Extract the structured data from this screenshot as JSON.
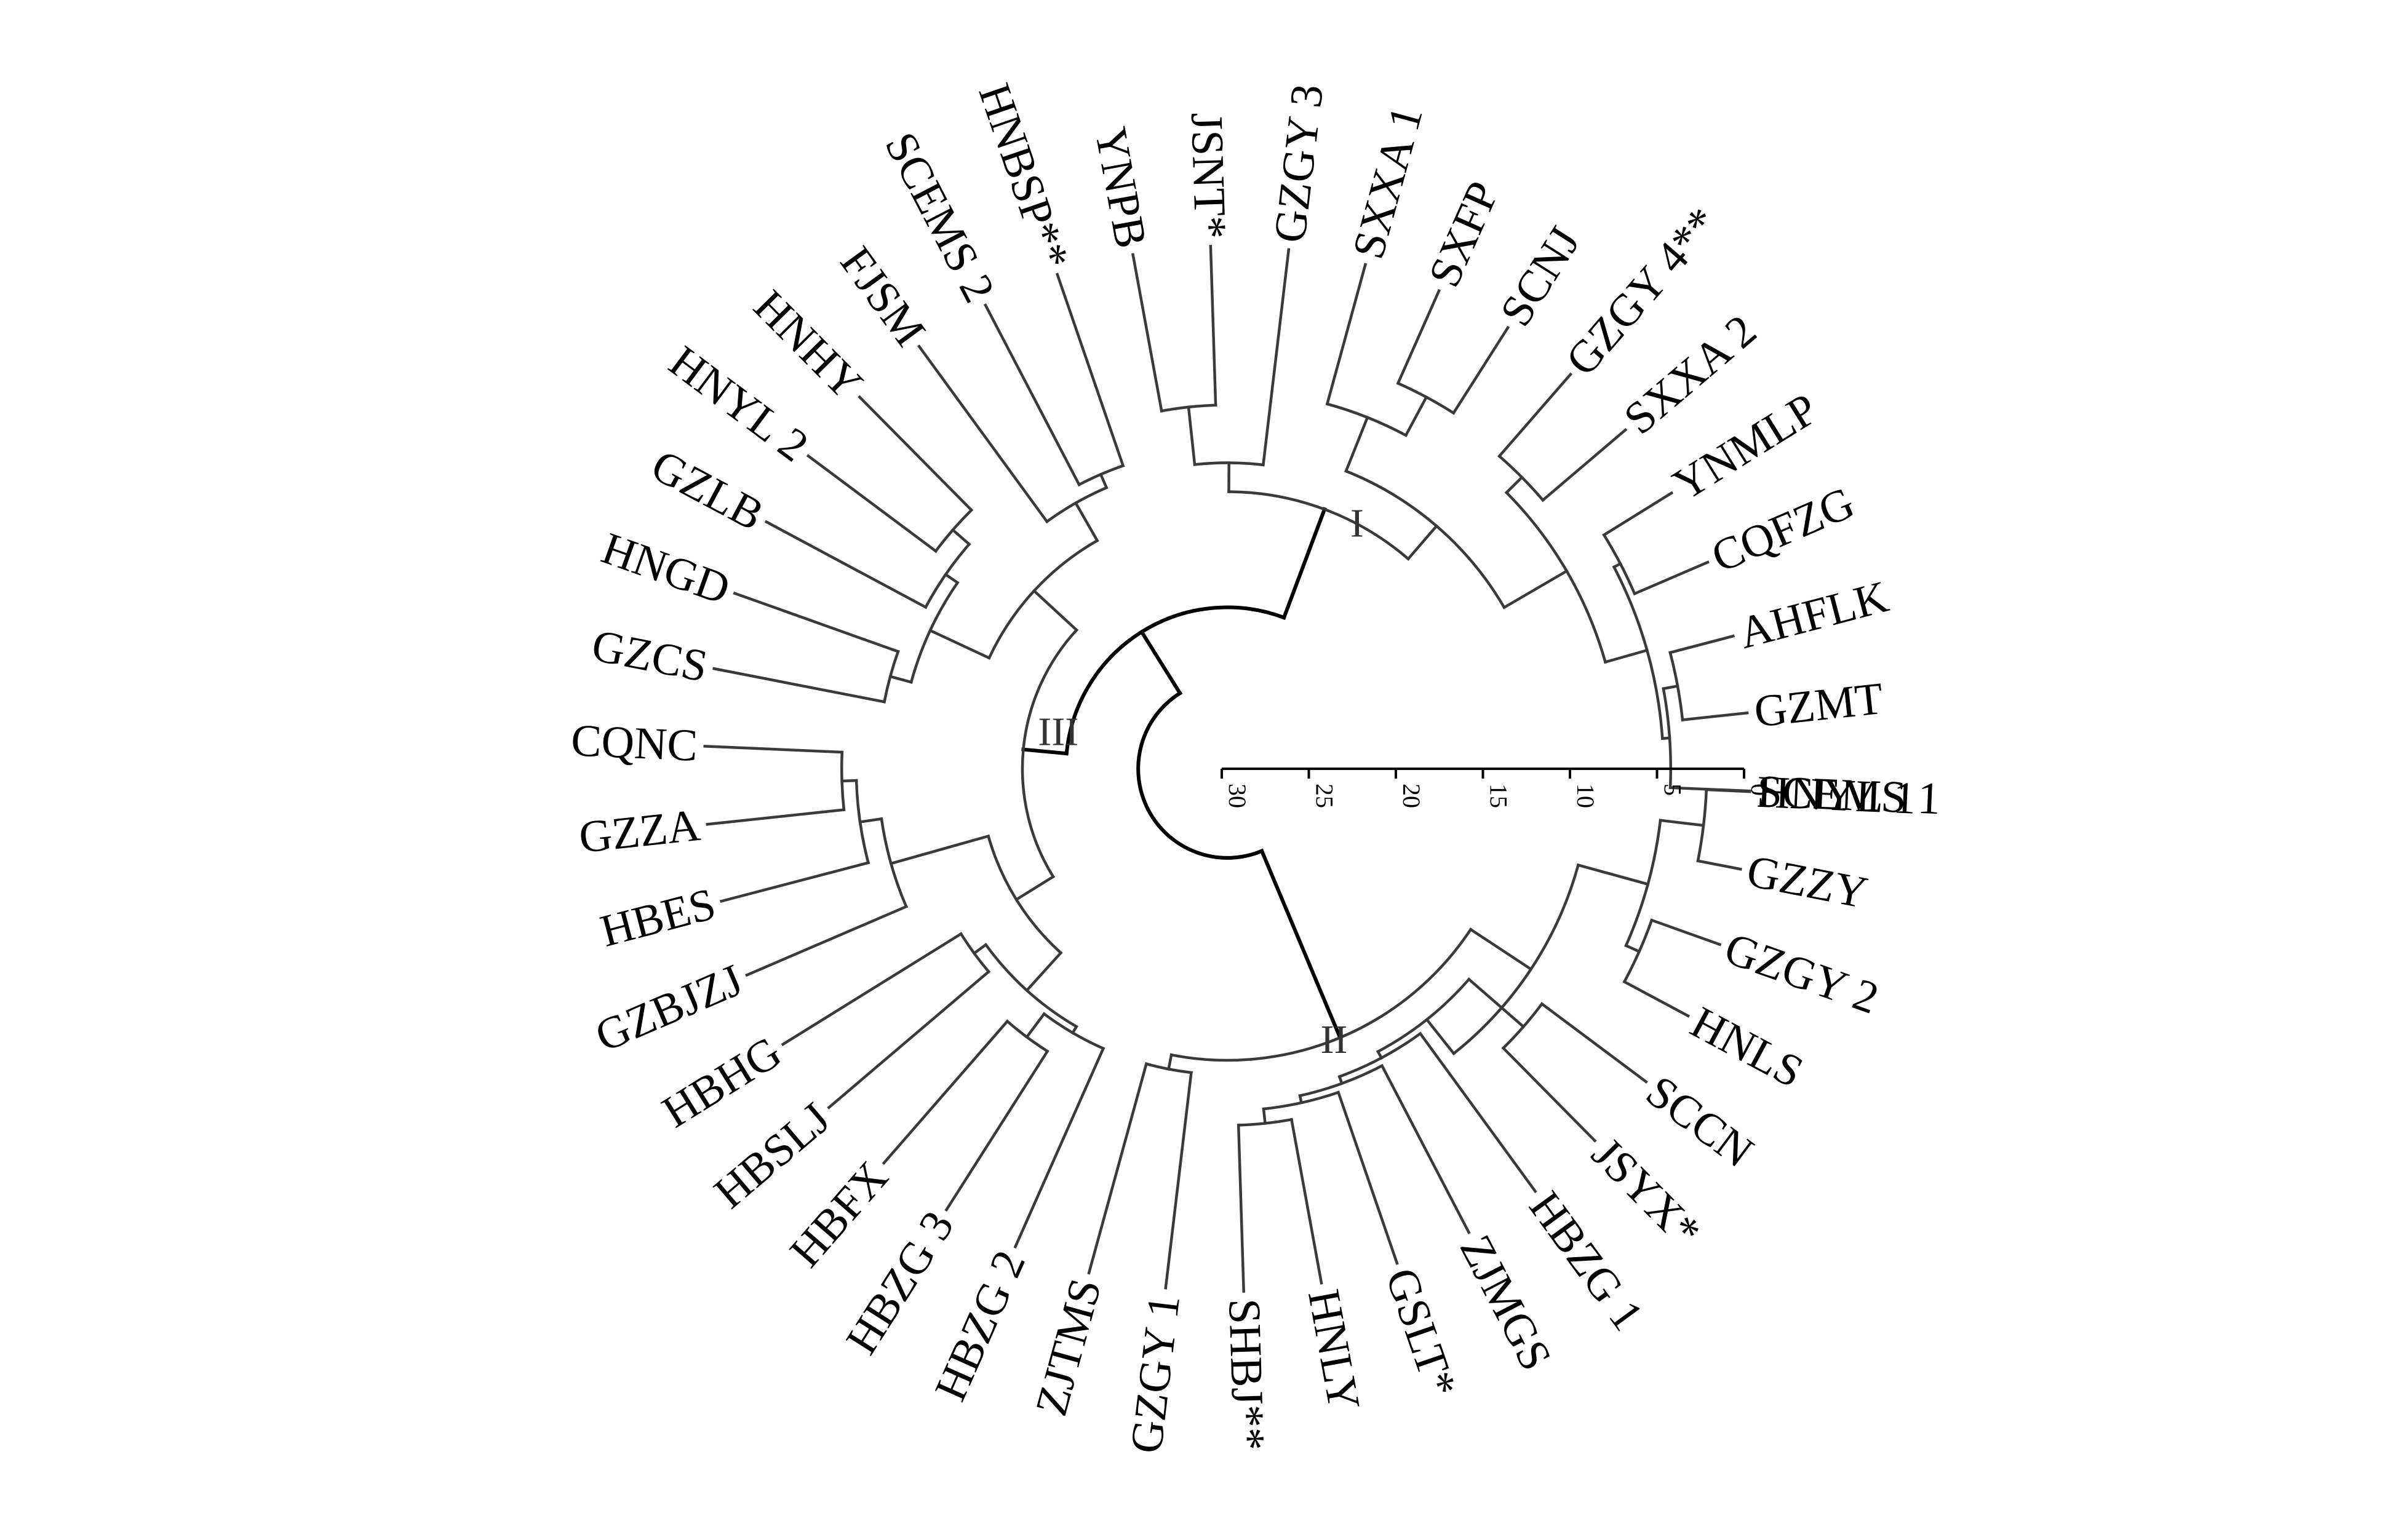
{
  "chart_data": {
    "type": "dendrogram",
    "layout": "circular",
    "scale": {
      "ticks": [
        30,
        25,
        20,
        15,
        10,
        5,
        0
      ]
    },
    "clusters": [
      {
        "label": "I"
      },
      {
        "label": "II"
      },
      {
        "label": "III"
      }
    ],
    "leaves": [
      "HNYL 1",
      "GZZY",
      "GZGY 2",
      "HNLS",
      "SCCN",
      "JSYX*",
      "HBZG 1",
      "ZJMGS",
      "GSLT*",
      "HNLY",
      "SHBJ**",
      "GZGY 1",
      "ZJTMS",
      "HBZG 2",
      "HBZG 3",
      "HBFX",
      "HBSLJ",
      "HBHG",
      "GZBJZJ",
      "HBES",
      "GZZA",
      "CQNC",
      "GZCS",
      "HNGD",
      "GZLB",
      "HNYL 2",
      "HNHY",
      "FJSM",
      "SCEMS 2",
      "HNBSP**",
      "YNPB",
      "JSNT*",
      "GZGY 3",
      "SXXA 1",
      "SXFP",
      "SCNJ",
      "GZGY 4**",
      "SXXA 2",
      "YNMLP",
      "CQFZG",
      "AHFLK",
      "GZMT",
      "SCEMS 1"
    ]
  }
}
